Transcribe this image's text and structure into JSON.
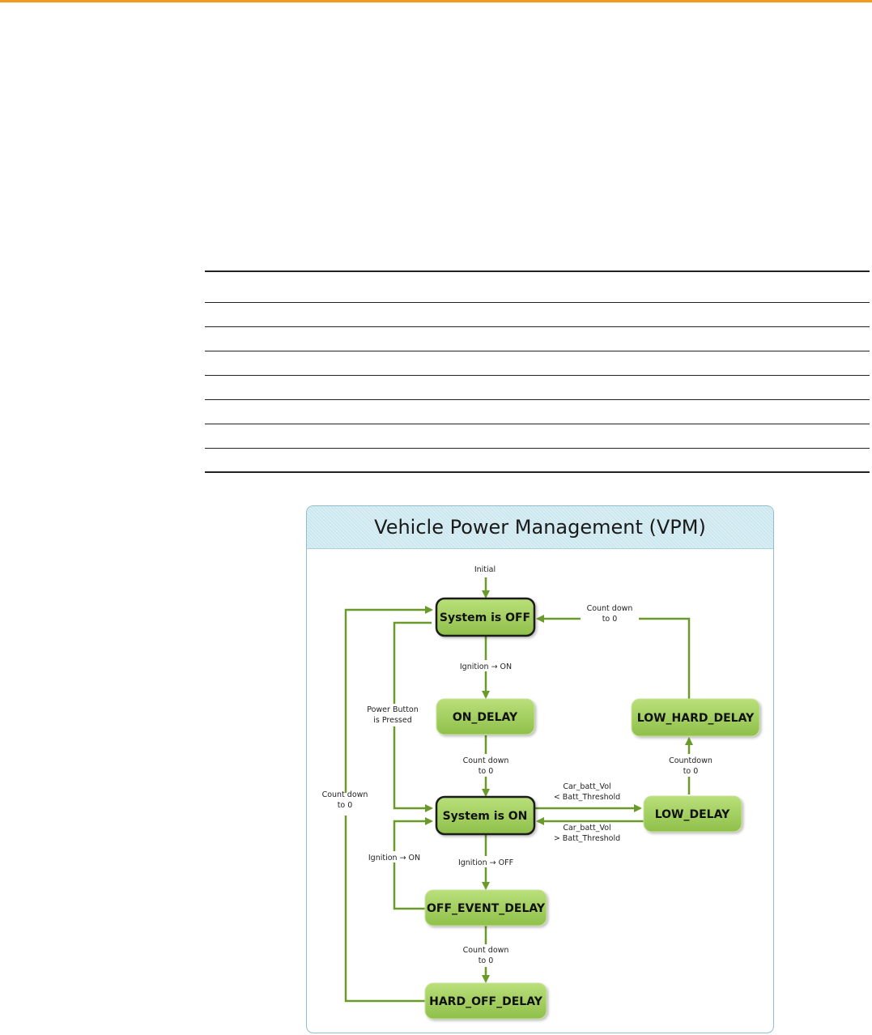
{
  "figure": {
    "title": "Vehicle Power Management (VPM)"
  },
  "colors": {
    "accent_rule": "#f39a1e",
    "state_fill": "#9ccc54",
    "arrow": "#6a9a2a",
    "header_bg": "#d2eaf0"
  },
  "states": {
    "system_off": "System is OFF",
    "on_delay": "ON_DELAY",
    "system_on": "System is ON",
    "off_event_delay": "OFF_EVENT_DELAY",
    "hard_off_delay": "HARD_OFF_DELAY",
    "low_delay": "LOW_DELAY",
    "low_hard_delay": "LOW_HARD_DELAY"
  },
  "transitions": {
    "initial": "Initial",
    "ignition_on_1": "Ignition → ON",
    "count_down_1a": "Count down",
    "count_down_1b": "to 0",
    "power_button_a": "Power Button",
    "power_button_b": "is Pressed",
    "count_down_left_a": "Count down",
    "count_down_left_b": "to 0",
    "ignition_off": "Ignition → OFF",
    "ignition_on_2": "Ignition → ON",
    "count_down_2a": "Count down",
    "count_down_2b": "to 0",
    "count_down_top_a": "Count down",
    "count_down_top_b": "to 0",
    "countdown_a": "Countdown",
    "countdown_b": "to 0",
    "batt_low_a": "Car_batt_Vol",
    "batt_low_b": "< Batt_Threshold",
    "batt_high_a": "Car_batt_Vol",
    "batt_high_b": "> Batt_Threshold"
  }
}
